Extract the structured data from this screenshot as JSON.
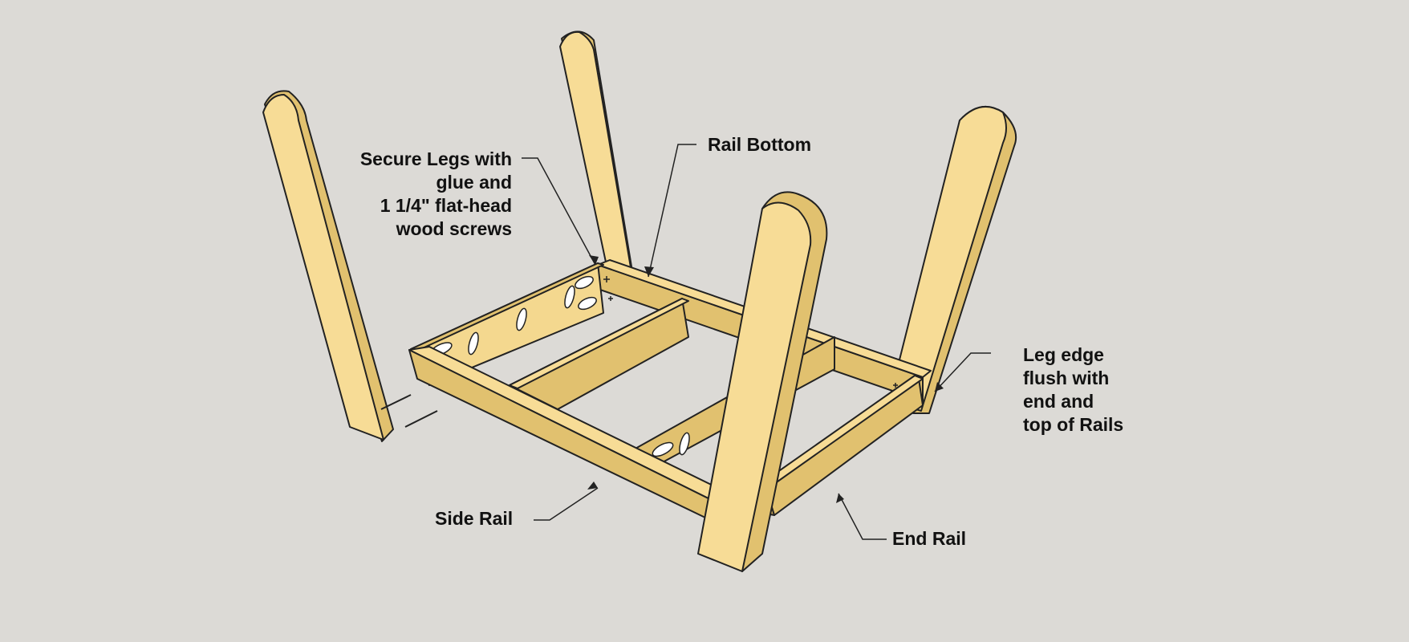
{
  "colors": {
    "background": "#dcdad6",
    "wood_face": "#f7dc96",
    "wood_side": "#e1c16f",
    "wood_dark": "#c9a758",
    "outline": "#222222"
  },
  "callouts": {
    "secure_legs": [
      "Secure Legs with",
      "glue and",
      "1 1/4\" flat-head",
      "wood screws"
    ],
    "rail_bottom": [
      "Rail Bottom"
    ],
    "leg_edge": [
      "Leg edge",
      "flush with",
      "end and",
      "top of Rails"
    ],
    "side_rail": [
      "Side Rail"
    ],
    "end_rail": [
      "End Rail"
    ]
  }
}
